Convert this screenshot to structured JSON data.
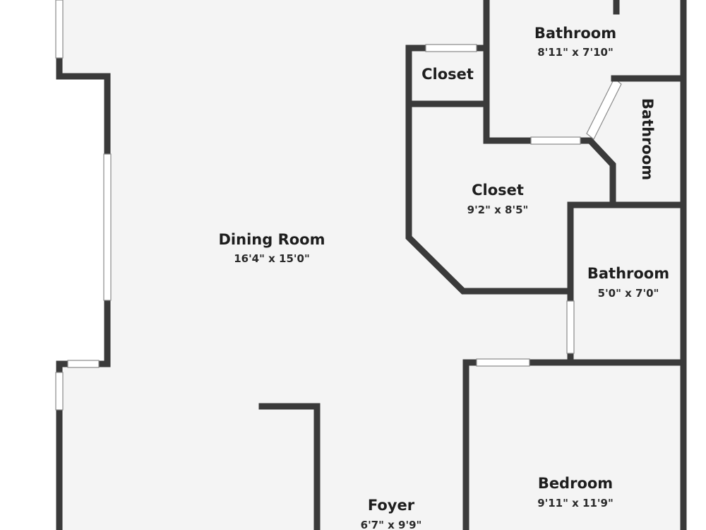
{
  "rooms": {
    "bathroom_top": {
      "name": "Bathroom",
      "dim": "8'11\" x 7'10\""
    },
    "closet_small": {
      "name": "Closet"
    },
    "bathroom_side": {
      "name": "Bathroom"
    },
    "closet_large": {
      "name": "Closet",
      "dim": "9'2\" x 8'5\""
    },
    "dining_room": {
      "name": "Dining Room",
      "dim": "16'4\" x 15'0\""
    },
    "bathroom_small": {
      "name": "Bathroom",
      "dim": "5'0\" x 7'0\""
    },
    "bedroom": {
      "name": "Bedroom",
      "dim": "9'11\" x 11'9\""
    },
    "foyer": {
      "name": "Foyer",
      "dim": "6'7\" x 9'9\""
    }
  },
  "colors": {
    "floor": "#f4f4f4",
    "wall": "#3a3a3a",
    "background": "#ffffff",
    "label": "#1e1e1e"
  }
}
